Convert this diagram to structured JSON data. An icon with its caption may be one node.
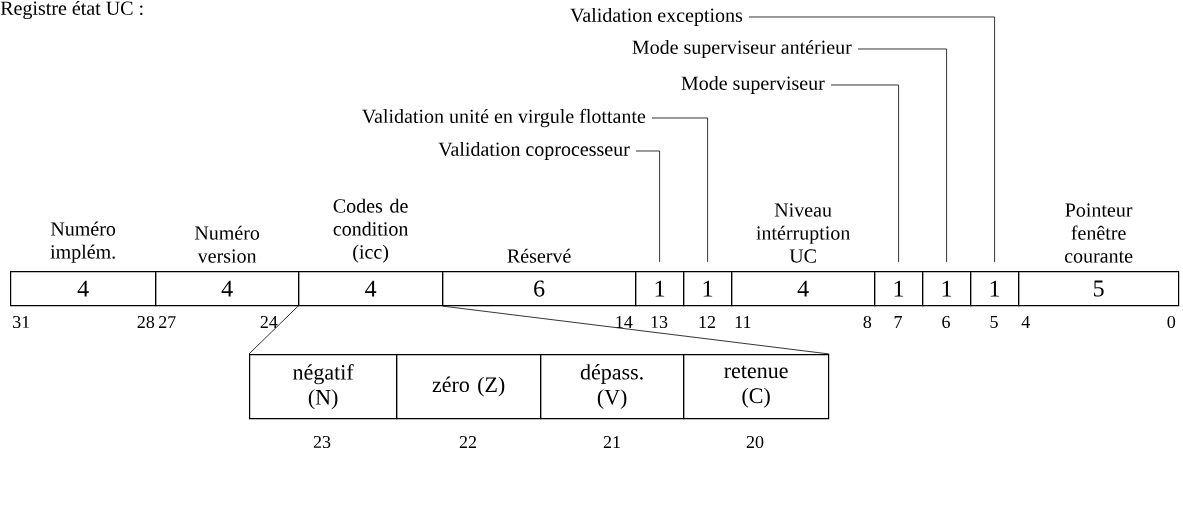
{
  "diagram": {
    "title": "Registre état UC :",
    "nodes": [
      {
        "text": [
          "Validation exceptions"
        ]
      },
      {
        "text": [
          "Mode superviseur antérieur"
        ]
      },
      {
        "text": [
          "Mode superviseur"
        ]
      },
      {
        "text": [
          "Validation unité en virgule flottante"
        ]
      },
      {
        "text": [
          "Validation coprocesseur"
        ]
      },
      {
        "text": [
          "Numéro implém.",
          "4"
        ]
      },
      {
        "text": [
          "Numéro version",
          "4"
        ]
      },
      {
        "text": [
          "Codes de condition (icc)",
          "4"
        ]
      },
      {
        "text": [
          "Réservé",
          "6"
        ]
      },
      {
        "text": [
          "1"
        ]
      },
      {
        "text": [
          "1"
        ]
      },
      {
        "text": [
          "Niveau intérruption UC",
          "4"
        ]
      },
      {
        "text": [
          "1"
        ]
      },
      {
        "text": [
          "1"
        ]
      },
      {
        "text": [
          "1"
        ]
      },
      {
        "text": [
          "Pointeur fenêtre courante",
          "5"
        ]
      },
      {
        "text": [
          "négatif (N)"
        ]
      },
      {
        "text": [
          "zéro (Z)"
        ]
      },
      {
        "text": [
          "dépass. (V)"
        ]
      },
      {
        "text": [
          "retenue (C)"
        ]
      }
    ],
    "edges": [
      {
        "from": 0,
        "to": 14,
        "arrow": "none"
      },
      {
        "from": 1,
        "to": 13,
        "arrow": "none"
      },
      {
        "from": 2,
        "to": 12,
        "arrow": "none"
      },
      {
        "from": 3,
        "to": 10,
        "arrow": "none"
      },
      {
        "from": 4,
        "to": 9,
        "arrow": "none"
      },
      {
        "from": 7,
        "to": 16,
        "arrow": "none"
      },
      {
        "from": 7,
        "to": 19,
        "arrow": "none"
      }
    ],
    "labels": [
      "31",
      "28",
      "27",
      "24",
      "14",
      "13",
      "12",
      "11",
      "8",
      "7",
      "6",
      "5",
      "4",
      "0",
      "23",
      "22",
      "21",
      "20"
    ]
  }
}
